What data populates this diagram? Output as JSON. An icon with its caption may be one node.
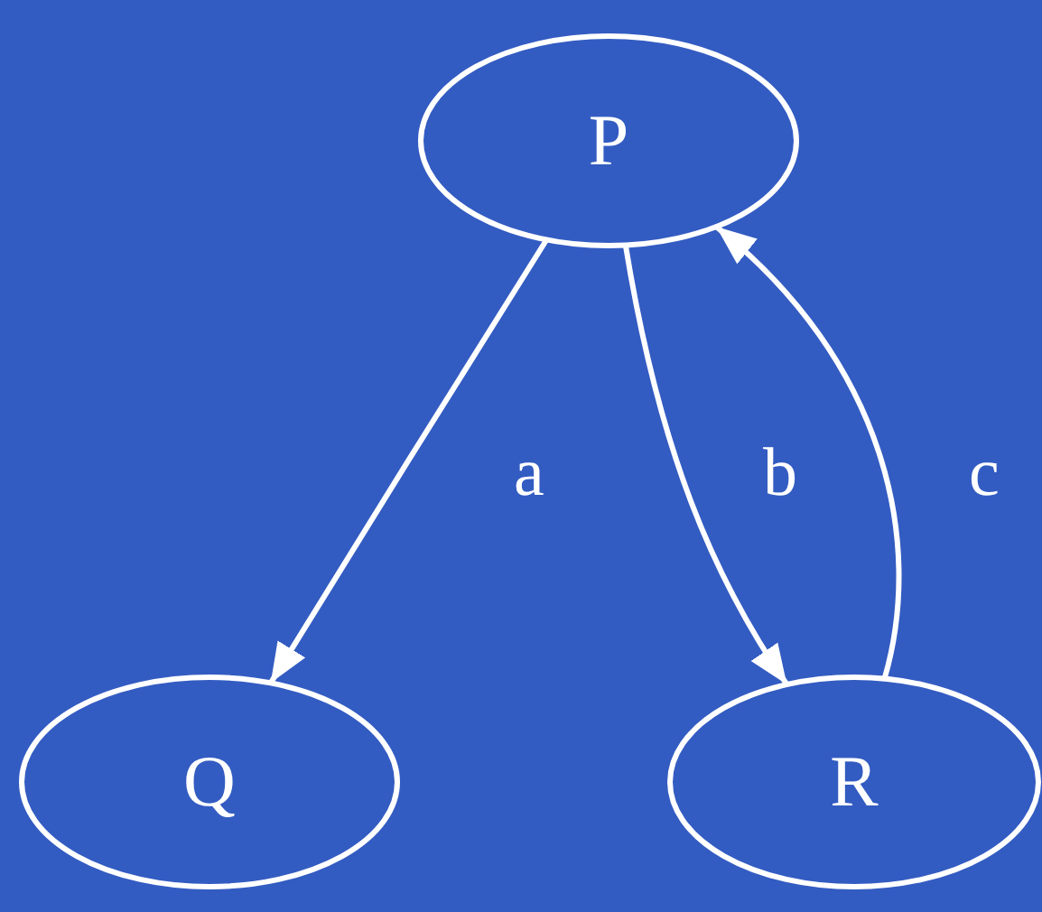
{
  "diagram": {
    "nodes": [
      {
        "text": [
          "P"
        ]
      },
      {
        "text": [
          "Q"
        ]
      },
      {
        "text": [
          "R"
        ]
      }
    ],
    "edges": [
      {
        "from": 0,
        "to": 1,
        "arrow": "to",
        "label": "a"
      },
      {
        "from": 0,
        "to": 2,
        "arrow": "to",
        "label": "b"
      },
      {
        "from": 2,
        "to": 0,
        "arrow": "to",
        "label": "c"
      }
    ]
  }
}
